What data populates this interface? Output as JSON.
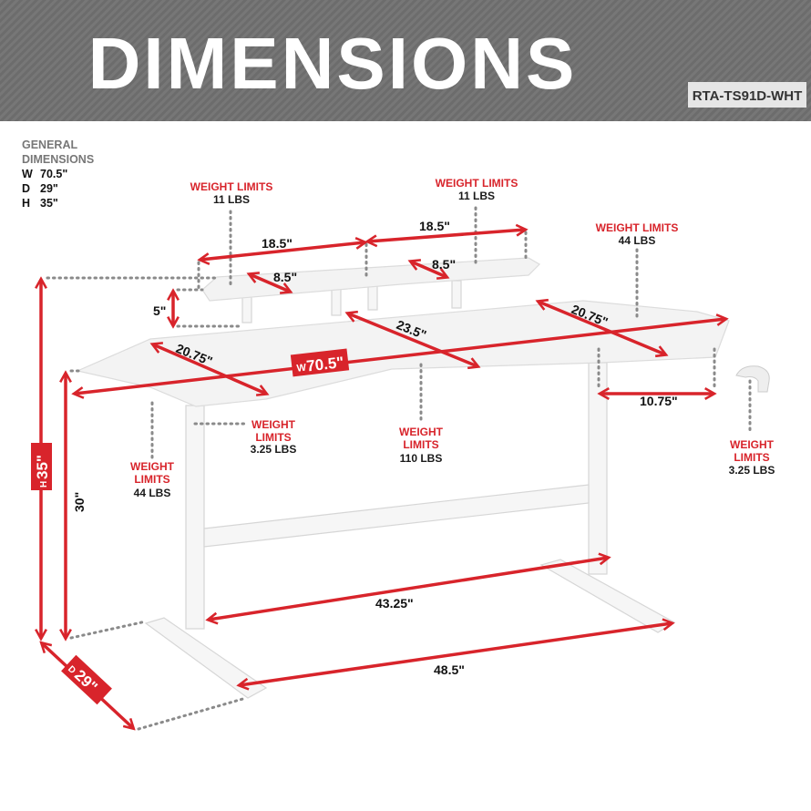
{
  "header": {
    "title": "DIMENSIONS",
    "model": "RTA-TS91D-WHT"
  },
  "general": {
    "heading_line1": "GENERAL",
    "heading_line2": "DIMENSIONS",
    "rows": [
      {
        "key": "W",
        "value": "70.5\""
      },
      {
        "key": "D",
        "value": "29\""
      },
      {
        "key": "H",
        "value": "35\""
      }
    ]
  },
  "measurements": {
    "shelf_width_left": "18.5\"",
    "shelf_width_right": "18.5\"",
    "shelf_depth_left": "8.5\"",
    "shelf_depth_right": "8.5\"",
    "shelf_height": "5\"",
    "center_depth": "23.5\"",
    "wing_depth_left": "20.75\"",
    "wing_depth_right": "20.75\"",
    "width_prefix": "W",
    "width": "70.5\"",
    "overhang": "10.75\"",
    "height_prefix": "H",
    "height": "35\"",
    "desk_height": "30\"",
    "inner_leg_span": "43.25\"",
    "foot_span": "48.5\"",
    "depth_prefix": "D",
    "depth": "29\""
  },
  "weight_limits": {
    "shelf_left": {
      "label": "WEIGHT LIMITS",
      "value": "11 LBS"
    },
    "shelf_right": {
      "label": "WEIGHT LIMITS",
      "value": "11 LBS"
    },
    "wing_right": {
      "label": "WEIGHT LIMITS",
      "value": "44 LBS"
    },
    "hook_left": {
      "label1": "WEIGHT",
      "label2": "LIMITS",
      "value": "3.25 LBS"
    },
    "wing_left": {
      "label1": "WEIGHT",
      "label2": "LIMITS",
      "value": "44 LBS"
    },
    "center": {
      "label1": "WEIGHT",
      "label2": "LIMITS",
      "value": "110 LBS"
    },
    "cup_holder": {
      "label1": "WEIGHT",
      "label2": "LIMITS",
      "value": "3.25 LBS"
    }
  },
  "colors": {
    "accent": "#d8242b",
    "header_bg": "#6e6e6e",
    "badge_bg": "#e6e6e6"
  }
}
